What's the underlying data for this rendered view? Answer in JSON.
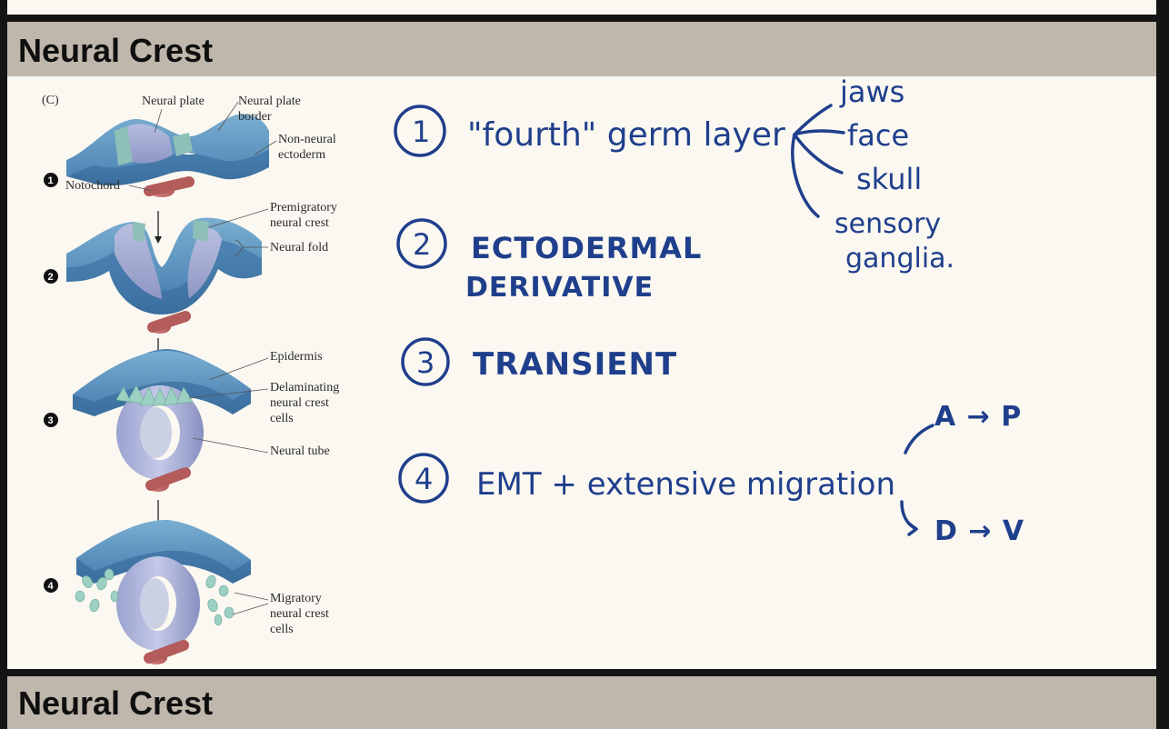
{
  "slide": {
    "title": "Neural Crest"
  },
  "next_slide": {
    "title": "Neural Crest"
  },
  "figure": {
    "panel_label": "(C)",
    "steps": [
      "1",
      "2",
      "3",
      "4"
    ],
    "labels": {
      "neural_plate": "Neural plate",
      "neural_plate_border_1": "Neural plate",
      "neural_plate_border_2": "border",
      "non_neural_1": "Non-neural",
      "non_neural_2": "ectoderm",
      "notochord": "Notochord",
      "premigratory_1": "Premigratory",
      "premigratory_2": "neural crest",
      "neural_fold": "Neural fold",
      "epidermis": "Epidermis",
      "delaminating_1": "Delaminating",
      "delaminating_2": "neural crest",
      "delaminating_3": "cells",
      "neural_tube": "Neural tube",
      "migratory_1": "Migratory",
      "migratory_2": "neural crest",
      "migratory_3": "cells"
    }
  },
  "notes": {
    "item1": {
      "number": "1",
      "text": "\"fourth\" germ layer"
    },
    "item1_branches": [
      "jaws",
      "face",
      "skull",
      "sensory",
      "ganglia."
    ],
    "item2": {
      "number": "2",
      "line1": "ECTODERMAL",
      "line2": "DERIVATIVE"
    },
    "item3": {
      "number": "3",
      "text": "TRANSIENT"
    },
    "item4": {
      "number": "4",
      "text": "EMT + extensive migration"
    },
    "item4_branches": [
      "A → P",
      "D → V"
    ]
  },
  "colors": {
    "ink": "#1f3f8c",
    "slide_bg": "#fbf8f1",
    "header_bg": "#bfb7ab",
    "frame_bg": "#141414"
  }
}
